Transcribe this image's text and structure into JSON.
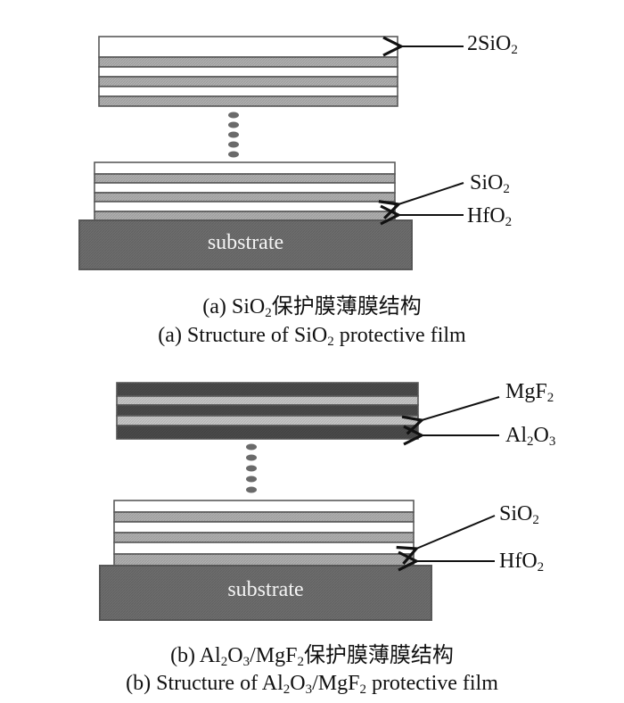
{
  "colors": {
    "light_layer": "#ffffff",
    "gray_layer": "#b0b0b0",
    "dark_layer": "#4a4a4a",
    "pale_layer": "#c8c8c8",
    "substrate": "#6e6e6e",
    "outline": "#5a5a5a",
    "dots": "#6a6a6a"
  },
  "panel_a": {
    "top_stack_layers": [
      "SiO2",
      "HfO2",
      "SiO2",
      "HfO2",
      "SiO2",
      "HfO2"
    ],
    "bottom_stack_layers": [
      "SiO2",
      "HfO2",
      "SiO2",
      "HfO2",
      "SiO2",
      "HfO2"
    ],
    "continuation_dots": 5,
    "labels": {
      "top": {
        "prefix": "2SiO",
        "sub": "2"
      },
      "mid": {
        "prefix": "SiO",
        "sub": "2"
      },
      "low": {
        "prefix": "HfO",
        "sub": "2"
      }
    },
    "substrate_label": "substrate",
    "caption_cn": {
      "pre": "(a) SiO",
      "sub": "2",
      "post": "保护膜薄膜结构"
    },
    "caption_en": {
      "pre": "(a) Structure of SiO",
      "sub": "2",
      "post": " protective film"
    }
  },
  "panel_b": {
    "top_stack_layers": [
      "Al2O3",
      "MgF2",
      "Al2O3",
      "MgF2",
      "Al2O3"
    ],
    "bottom_stack_layers": [
      "SiO2",
      "HfO2",
      "SiO2",
      "HfO2",
      "SiO2",
      "HfO2"
    ],
    "continuation_dots": 5,
    "labels": {
      "top": {
        "prefix": "MgF",
        "sub": "2"
      },
      "top2": {
        "prefix": "Al",
        "sub": "2",
        "mid": "O",
        "sub2": "3"
      },
      "mid": {
        "prefix": "SiO",
        "sub": "2"
      },
      "low": {
        "prefix": "HfO",
        "sub": "2"
      }
    },
    "substrate_label": "substrate",
    "caption_cn": {
      "a": "(b) Al",
      "s1": "2",
      "b": "O",
      "s2": "3",
      "c": "/MgF",
      "s3": "2",
      "d": "保护膜薄膜结构"
    },
    "caption_en": {
      "a": "(b) Structure of Al",
      "s1": "2",
      "b": "O",
      "s2": "3",
      "c": "/MgF",
      "s3": "2",
      "d": " protective film"
    }
  }
}
